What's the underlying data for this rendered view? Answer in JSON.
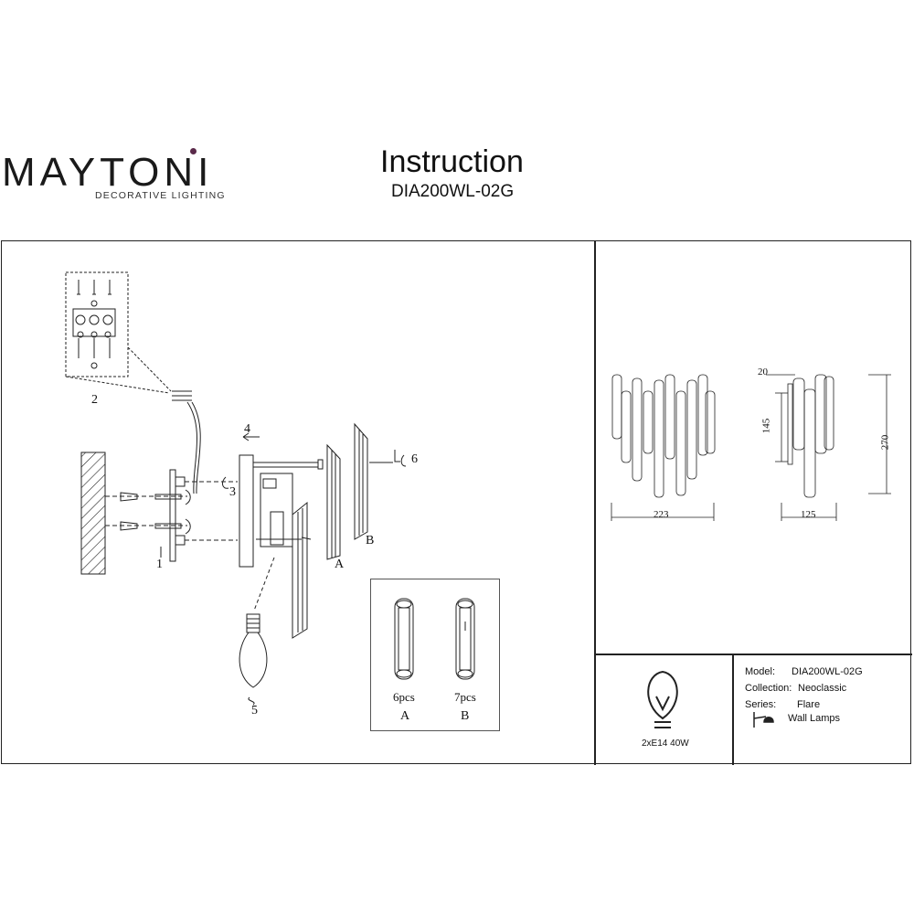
{
  "header": {
    "brand": "MAYTONI",
    "tagline": "DECORATIVE LIGHTING",
    "title": "Instruction",
    "model_code": "DIA200WL-02G"
  },
  "assembly": {
    "callouts": [
      "1",
      "2",
      "3",
      "4",
      "5",
      "6"
    ],
    "part_letters": [
      "A",
      "B"
    ]
  },
  "parts": [
    {
      "qty": "6pcs",
      "letter": "A"
    },
    {
      "qty": "7pcs",
      "letter": "B"
    }
  ],
  "dimensions": {
    "front_width": "223",
    "side_depth": "125",
    "height": "270",
    "mount_height": "145",
    "plate_offset": "20"
  },
  "lamp": {
    "spec": "2xE14 40W"
  },
  "specs": {
    "model_label": "Model:",
    "model_value": "DIA200WL-02G",
    "collection_label": "Collection:",
    "collection_value": "Neoclassic",
    "series_label": "Series:",
    "series_value": "Flare",
    "category": "Wall Lamps"
  },
  "colors": {
    "line": "#222222",
    "accent_dot": "#5a2a4a"
  }
}
